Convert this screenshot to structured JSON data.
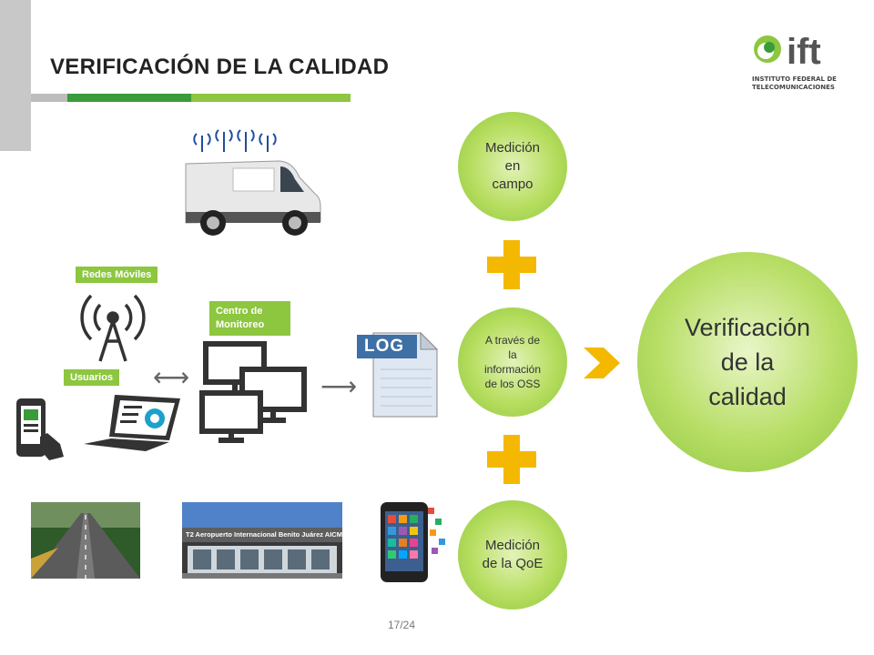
{
  "slide": {
    "title": "VERIFICACIÓN DE LA CALIDAD",
    "page_number": "17/24"
  },
  "logo": {
    "brand": "ift",
    "line1": "INSTITUTO FEDERAL DE",
    "line2": "TELECOMUNICACIONES"
  },
  "diagram": {
    "redes_label": "Redes Móviles",
    "centro_label_1": "Centro de",
    "centro_label_2": "Monitoreo",
    "usuarios_label": "Usuarios",
    "log_label": "LOG",
    "bidirectional_arrow": "⟷",
    "right_arrow": "⟶"
  },
  "circles": {
    "campo": [
      "Medición",
      "en",
      "campo"
    ],
    "oss": [
      "A través de",
      "la",
      "información",
      "de los OSS"
    ],
    "qoe": [
      "Medición",
      "de la QoE"
    ],
    "result": [
      "Verificación",
      "de la",
      "calidad"
    ]
  },
  "photo_labels": {
    "airport_sign": "T2  Aeropuerto Internacional   Benito Juárez  AICM"
  },
  "colors": {
    "accent_green": "#8dc63f",
    "dark_green": "#3a9b3a",
    "plus_yellow": "#f5b800",
    "gray_block": "#c8c8c8"
  }
}
